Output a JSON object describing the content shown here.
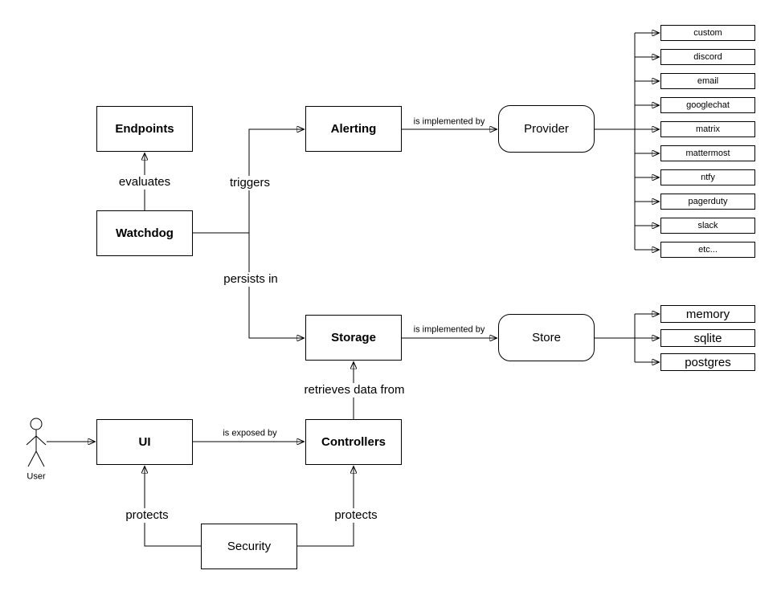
{
  "diagram": {
    "nodes": {
      "endpoints": {
        "label": "Endpoints"
      },
      "watchdog": {
        "label": "Watchdog"
      },
      "alerting": {
        "label": "Alerting"
      },
      "provider": {
        "label": "Provider"
      },
      "storage": {
        "label": "Storage"
      },
      "store": {
        "label": "Store"
      },
      "ui": {
        "label": "UI"
      },
      "controllers": {
        "label": "Controllers"
      },
      "security": {
        "label": "Security"
      }
    },
    "actor": {
      "label": "User"
    },
    "edge_labels": {
      "evaluates": "evaluates",
      "triggers": "triggers",
      "persists_in": "persists in",
      "alerting_implemented_by": "is implemented by",
      "storage_implemented_by": "is implemented by",
      "retrieves_data_from": "retrieves data from",
      "is_exposed_by": "is exposed by",
      "protects_ui": "protects",
      "protects_controllers": "protects"
    },
    "provider_implementations": [
      "custom",
      "discord",
      "email",
      "googlechat",
      "matrix",
      "mattermost",
      "ntfy",
      "pagerduty",
      "slack",
      "etc..."
    ],
    "store_implementations": [
      "memory",
      "sqlite",
      "postgres"
    ],
    "colors": {
      "stroke": "#000000",
      "background": "#ffffff",
      "text": "#000000"
    }
  }
}
